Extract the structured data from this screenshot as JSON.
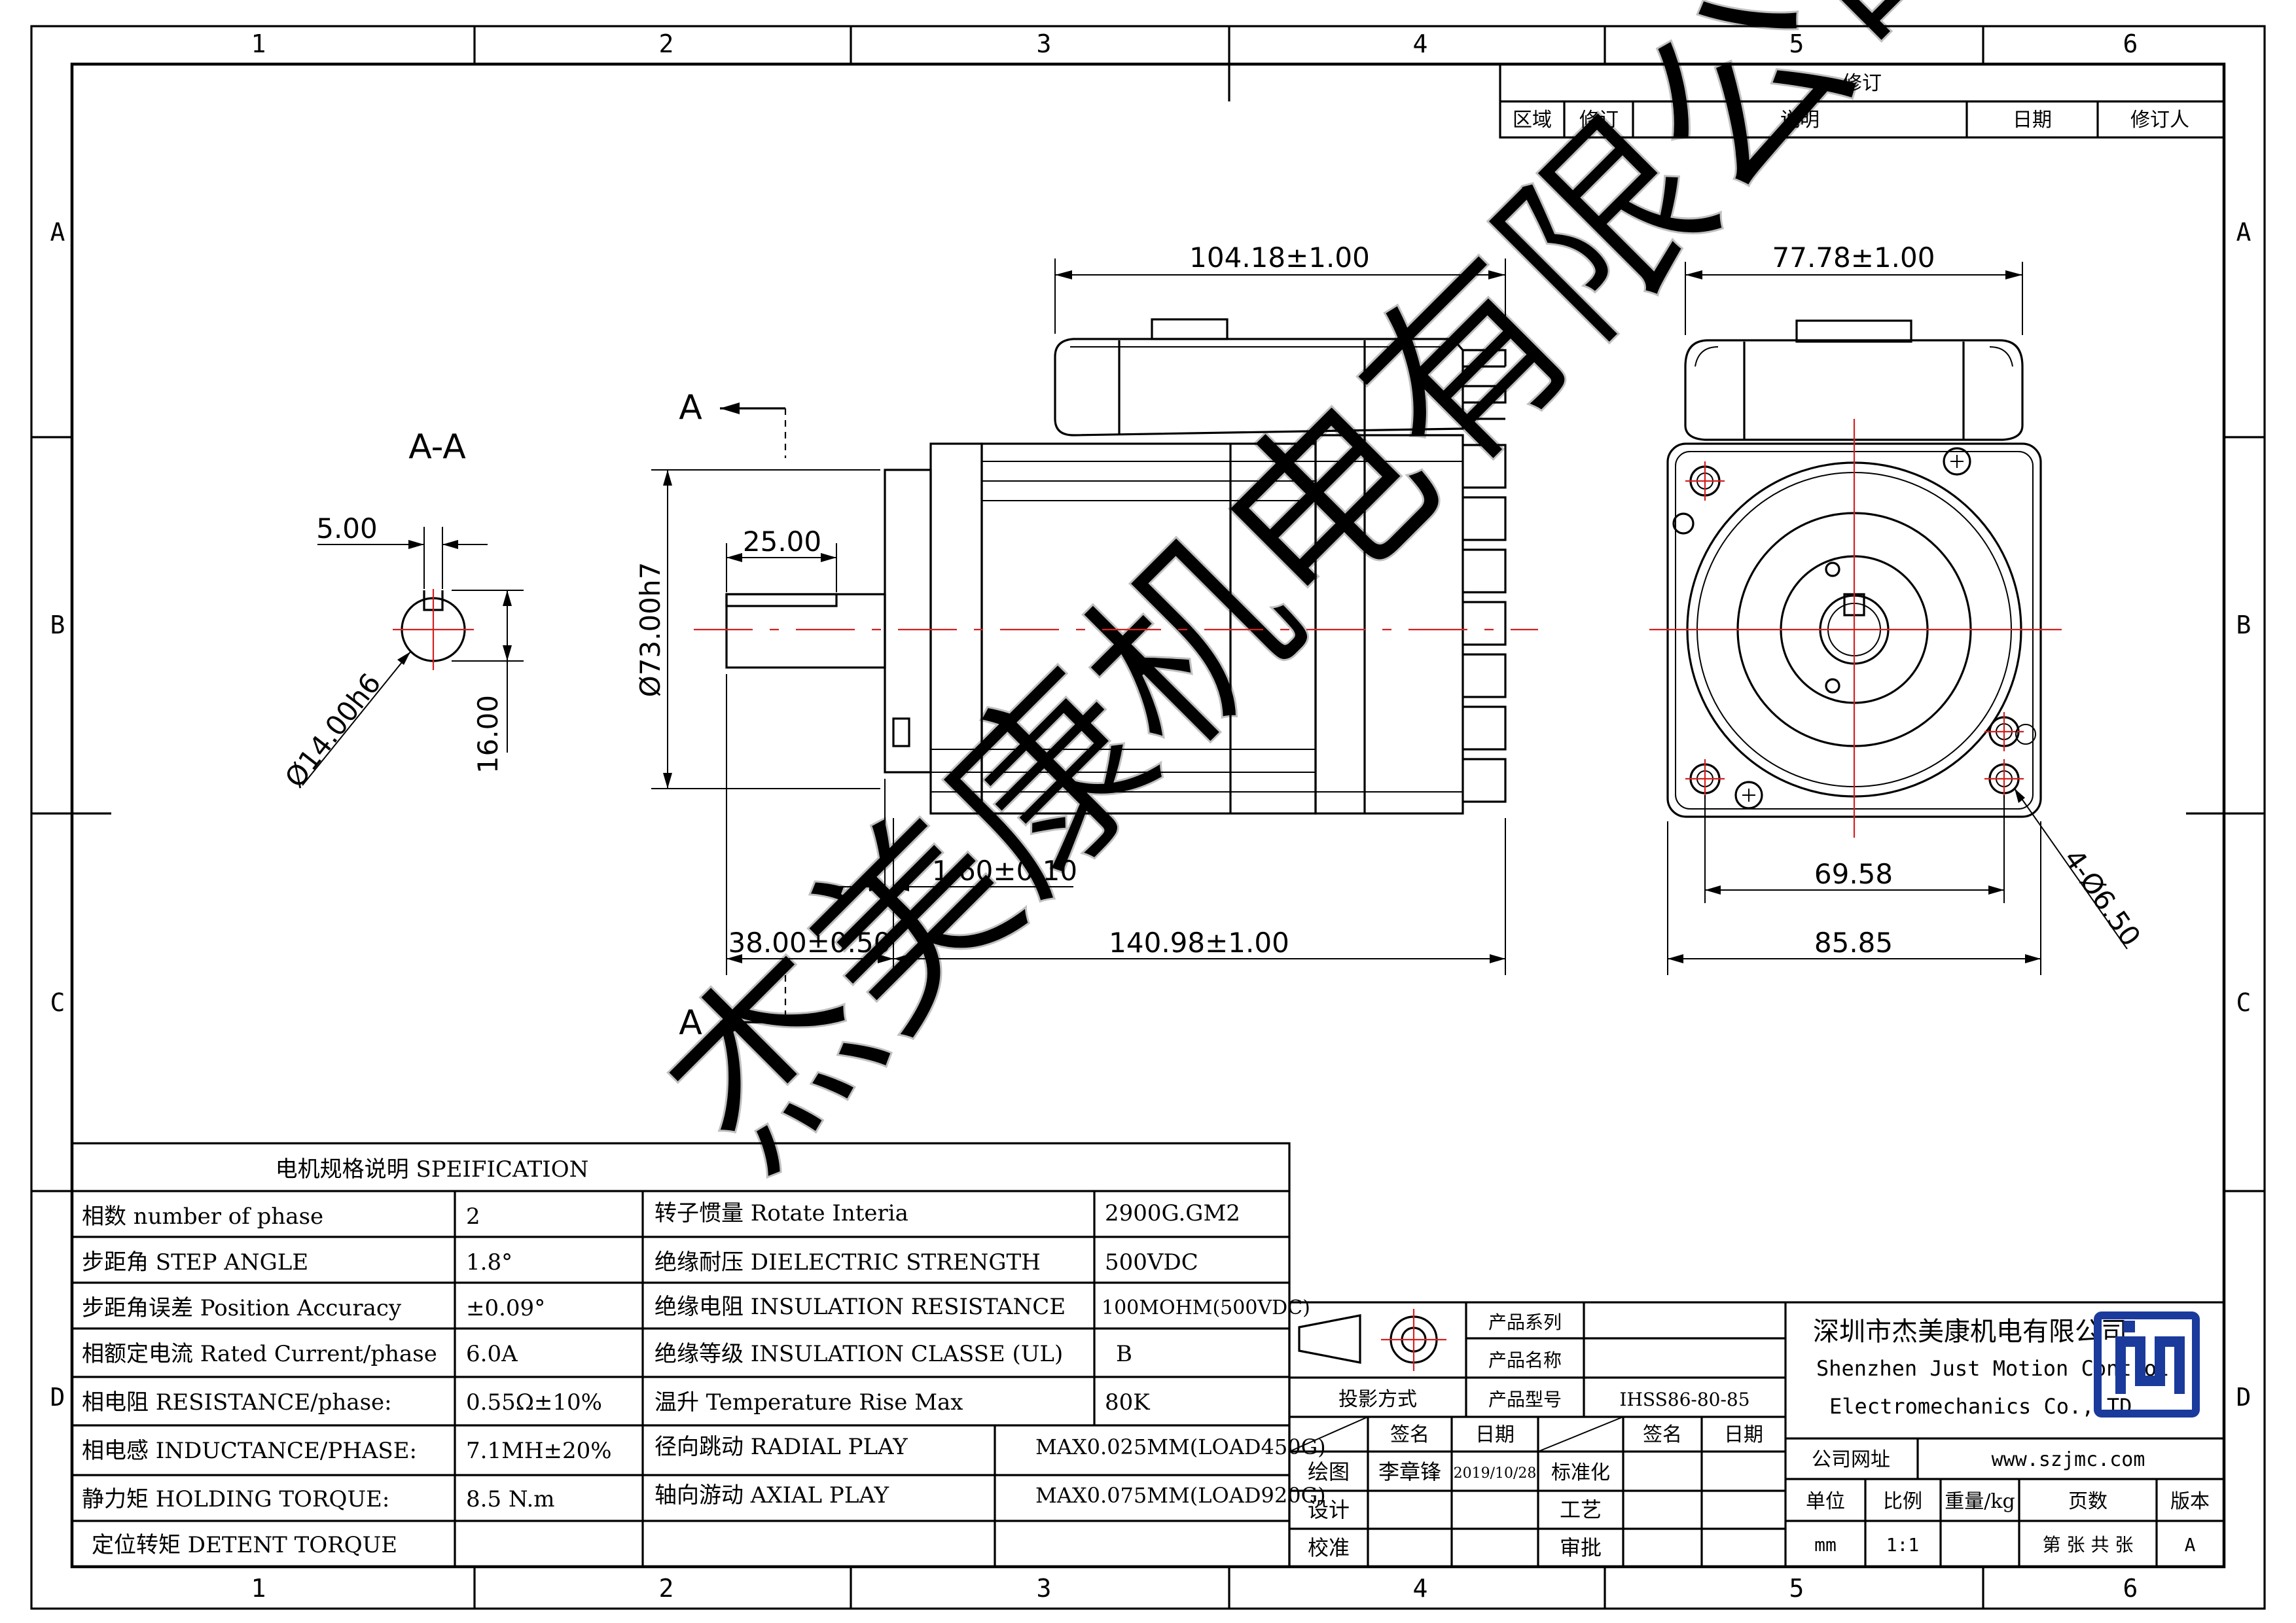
{
  "frame": {
    "zone_numbers": [
      "1",
      "2",
      "3",
      "4",
      "5",
      "6"
    ],
    "zone_letters": [
      "A",
      "B",
      "C",
      "D"
    ]
  },
  "revision_block": {
    "title": "修订",
    "columns": [
      "区域",
      "修订",
      "说明",
      "日期",
      "修订人"
    ]
  },
  "section": {
    "label": "A-A",
    "arrow_label": "A",
    "dims": {
      "key_width": "5.00",
      "shaft_dia": "Ø14.00h6",
      "key_height": "16.00"
    }
  },
  "side_view": {
    "dims": {
      "overall_driver": "104.18±1.00",
      "key_length": "25.00",
      "pilot_dia": "Ø73.00h7",
      "pilot_depth": "1.60±0.10",
      "shaft_length": "38.00±0.50",
      "body_length": "140.98±1.00"
    }
  },
  "front_view": {
    "dims": {
      "driver_width": "77.78±1.00",
      "hole_spacing": "69.58",
      "flange_size": "85.85",
      "holes": "4-Ø6.50"
    }
  },
  "watermark": {
    "text": "杰美康机电有限公司"
  },
  "spec_table": {
    "title": "电机规格说明 SPEIFICATION",
    "left_rows": [
      {
        "label": "相数 number of phase",
        "value": "2"
      },
      {
        "label": "步距角 STEP ANGLE",
        "value": "1.8°"
      },
      {
        "label": "步距角误差 Position Accuracy",
        "value": "±0.09°"
      },
      {
        "label": "相额定电流 Rated Current/phase",
        "value": "6.0A"
      },
      {
        "label": "相电阻 RESISTANCE/phase:",
        "value": "0.55Ω±10%"
      },
      {
        "label": "相电感 INDUCTANCE/PHASE:",
        "value": "7.1MH±20%"
      },
      {
        "label": "静力矩 HOLDING TORQUE:",
        "value": "8.5 N.m"
      },
      {
        "label": "定位转矩 DETENT TORQUE",
        "value": ""
      }
    ],
    "right_rows": [
      {
        "label": "转子惯量 Rotate Interia",
        "value": "2900G.GM2"
      },
      {
        "label": "绝缘耐压 DIELECTRIC STRENGTH",
        "value": "500VDC"
      },
      {
        "label": "绝缘电阻 INSULATION RESISTANCE",
        "value": "100MOHM(500VDC)"
      },
      {
        "label": "绝缘等级 INSULATION CLASSE (UL)",
        "value": "B"
      },
      {
        "label": "温升 Temperature Rise Max",
        "value": "80K"
      },
      {
        "label": "径向跳动 RADIAL PLAY",
        "value": "MAX0.025MM(LOAD450G)"
      },
      {
        "label": "轴向游动 AXIAL PLAY",
        "value": "MAX0.075MM(LOAD920G)"
      }
    ]
  },
  "title_block": {
    "projection_label": "投影方式",
    "product_series_label": "产品系列",
    "product_series_value": "",
    "product_name_label": "产品名称",
    "product_name_value": "",
    "product_model_label": "产品型号",
    "product_model_value": "IHSS86-80-85",
    "sign_label": "签名",
    "date_label": "日期",
    "drawn_label": "绘图",
    "drawn_by": "李章锋",
    "drawn_date": "2019/10/28",
    "design_label": "设计",
    "check_label": "校准",
    "standard_label": "标准化",
    "process_label": "工艺",
    "approve_label": "审批",
    "sign_label_2": "签名",
    "date_label_2": "日期",
    "company_cn": "深圳市杰美康机电有限公司",
    "company_en_1": "Shenzhen Just Motion Control",
    "company_en_2": "Electromechanics Co.,LTD",
    "website_label": "公司网址",
    "website": "www.szjmc.com",
    "unit_label": "单位",
    "scale_label": "比例",
    "weight_label": "重量/kg",
    "pages_label": "页数",
    "version_label": "版本",
    "unit_value": "mm",
    "scale_value": "1:1",
    "weight_value": "",
    "pages_value": "第 张 共 张",
    "version_value": "A",
    "logo_icon": "jmc-logo",
    "logo_color": "#1a3a9c"
  }
}
